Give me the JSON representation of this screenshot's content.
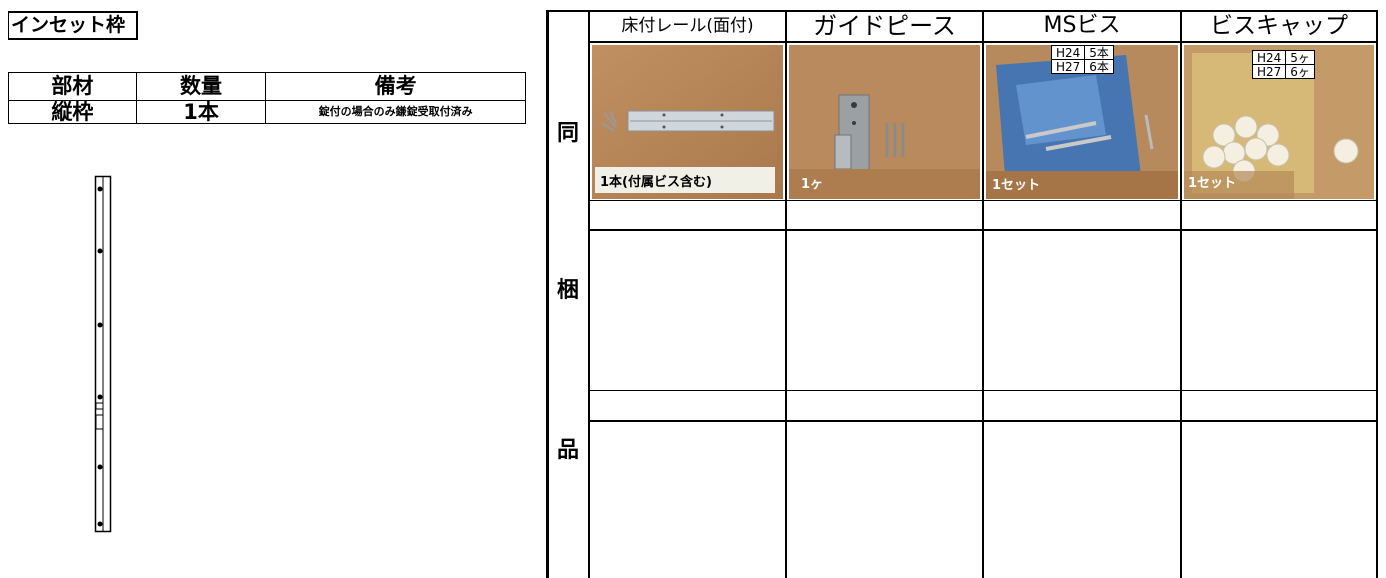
{
  "title": "インセット枠",
  "member_table": {
    "headers": [
      "部材",
      "数量",
      "備考"
    ],
    "row": [
      "縦枠",
      "1本",
      "錠付の場合のみ鎌錠受取付済み"
    ]
  },
  "side_label": [
    "同",
    "梱",
    "品"
  ],
  "columns": [
    {
      "header": "床付レール(面付)",
      "caption": "1本(付属ビス含む)"
    },
    {
      "header": "ガイドピース",
      "caption": "1ヶ"
    },
    {
      "header": "MSビス",
      "caption": "1セット",
      "qty_table": [
        [
          "H24",
          "5本"
        ],
        [
          "H27",
          "6本"
        ]
      ]
    },
    {
      "header": "ビスキャップ",
      "caption": "1セット",
      "qty_table": [
        [
          "H24",
          "5ヶ"
        ],
        [
          "H27",
          "6ヶ"
        ]
      ]
    }
  ],
  "colors": {
    "wood_background": "#b7875a",
    "bag_blue": "#3d73b8",
    "caption_bg": "#f1f0e6"
  }
}
